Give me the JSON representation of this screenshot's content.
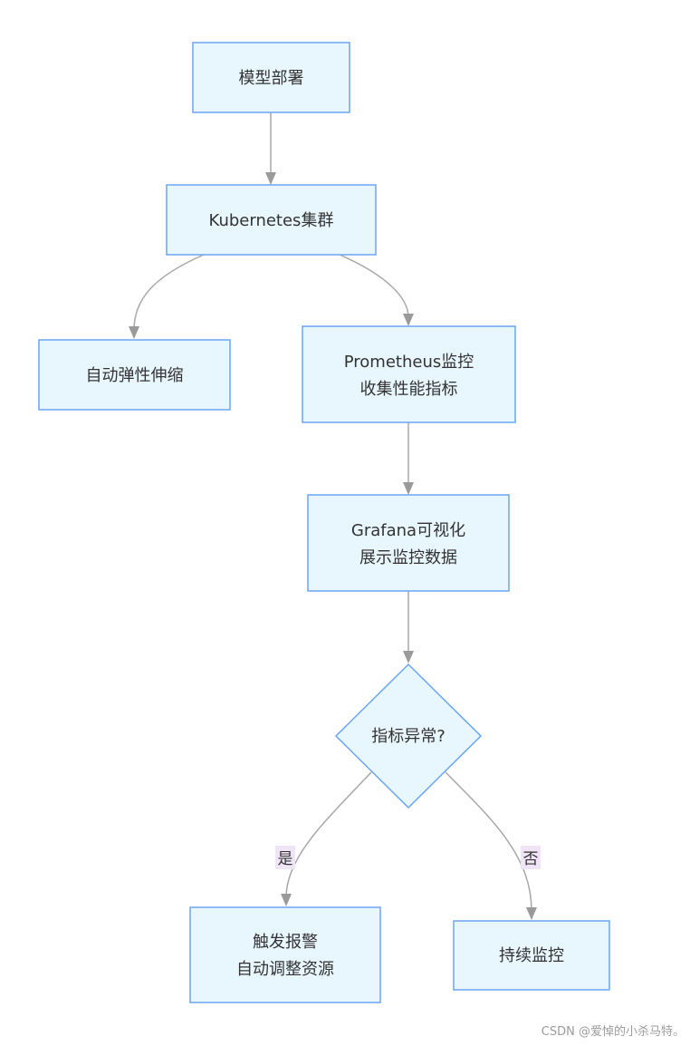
{
  "diagram": {
    "nodes": {
      "deploy": {
        "lines": [
          "模型部署"
        ]
      },
      "k8s": {
        "lines": [
          "Kubernetes集群"
        ]
      },
      "autoscale": {
        "lines": [
          "自动弹性伸缩"
        ]
      },
      "prometheus": {
        "lines": [
          "Prometheus监控",
          "收集性能指标"
        ]
      },
      "grafana": {
        "lines": [
          "Grafana可视化",
          "展示监控数据"
        ]
      },
      "decision": {
        "lines": [
          "指标异常?"
        ]
      },
      "alert": {
        "lines": [
          "触发报警",
          "自动调整资源"
        ]
      },
      "continue": {
        "lines": [
          "持续监控"
        ]
      }
    },
    "edge_labels": {
      "yes": "是",
      "no": "否"
    }
  },
  "colors": {
    "node_fill": "#e8f6fe",
    "node_border": "#6aa5f0",
    "edge": "#a8a8a8",
    "edge_label_bg": "#efe5f6",
    "text": "#333333"
  },
  "watermark": "CSDN @爱悼的小杀马特。"
}
